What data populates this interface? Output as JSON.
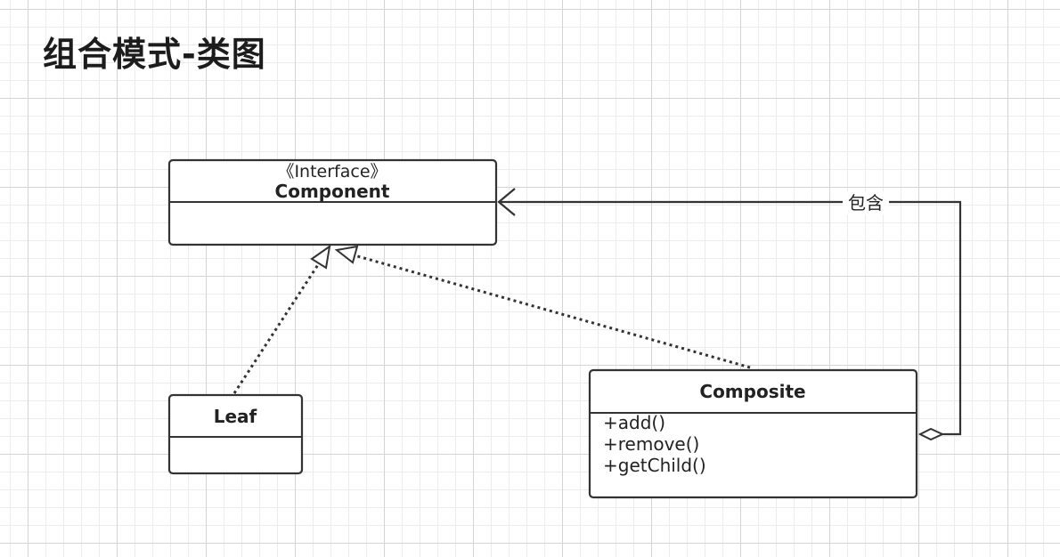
{
  "title": "组合模式-类图",
  "component": {
    "stereotype": "《Interface》",
    "name": "Component"
  },
  "leaf": {
    "name": "Leaf"
  },
  "composite": {
    "name": "Composite",
    "methods": [
      "+add()",
      "+remove()",
      "+getChild()"
    ]
  },
  "association": {
    "label": "包含"
  }
}
